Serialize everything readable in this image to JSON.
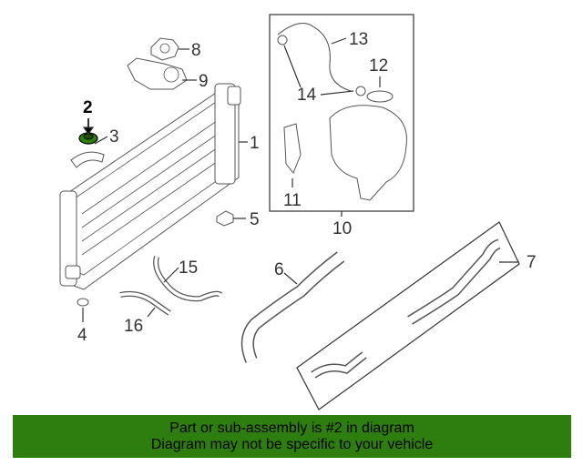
{
  "callouts": {
    "c1": "1",
    "c2": "2",
    "c3": "3",
    "c4": "4",
    "c5": "5",
    "c6": "6",
    "c7": "7",
    "c8": "8",
    "c9": "9",
    "c10": "10",
    "c11": "11",
    "c12": "12",
    "c13": "13",
    "c14": "14",
    "c15": "15",
    "c16": "16"
  },
  "highlighted_part": "2",
  "colors": {
    "highlight_green": "#2d7d0f",
    "footer_bg": "#2d7d0f",
    "line": "#333333"
  },
  "footer": {
    "line1": "Part or sub-assembly is #2 in diagram",
    "line2": "Diagram may not be specific to your vehicle"
  }
}
